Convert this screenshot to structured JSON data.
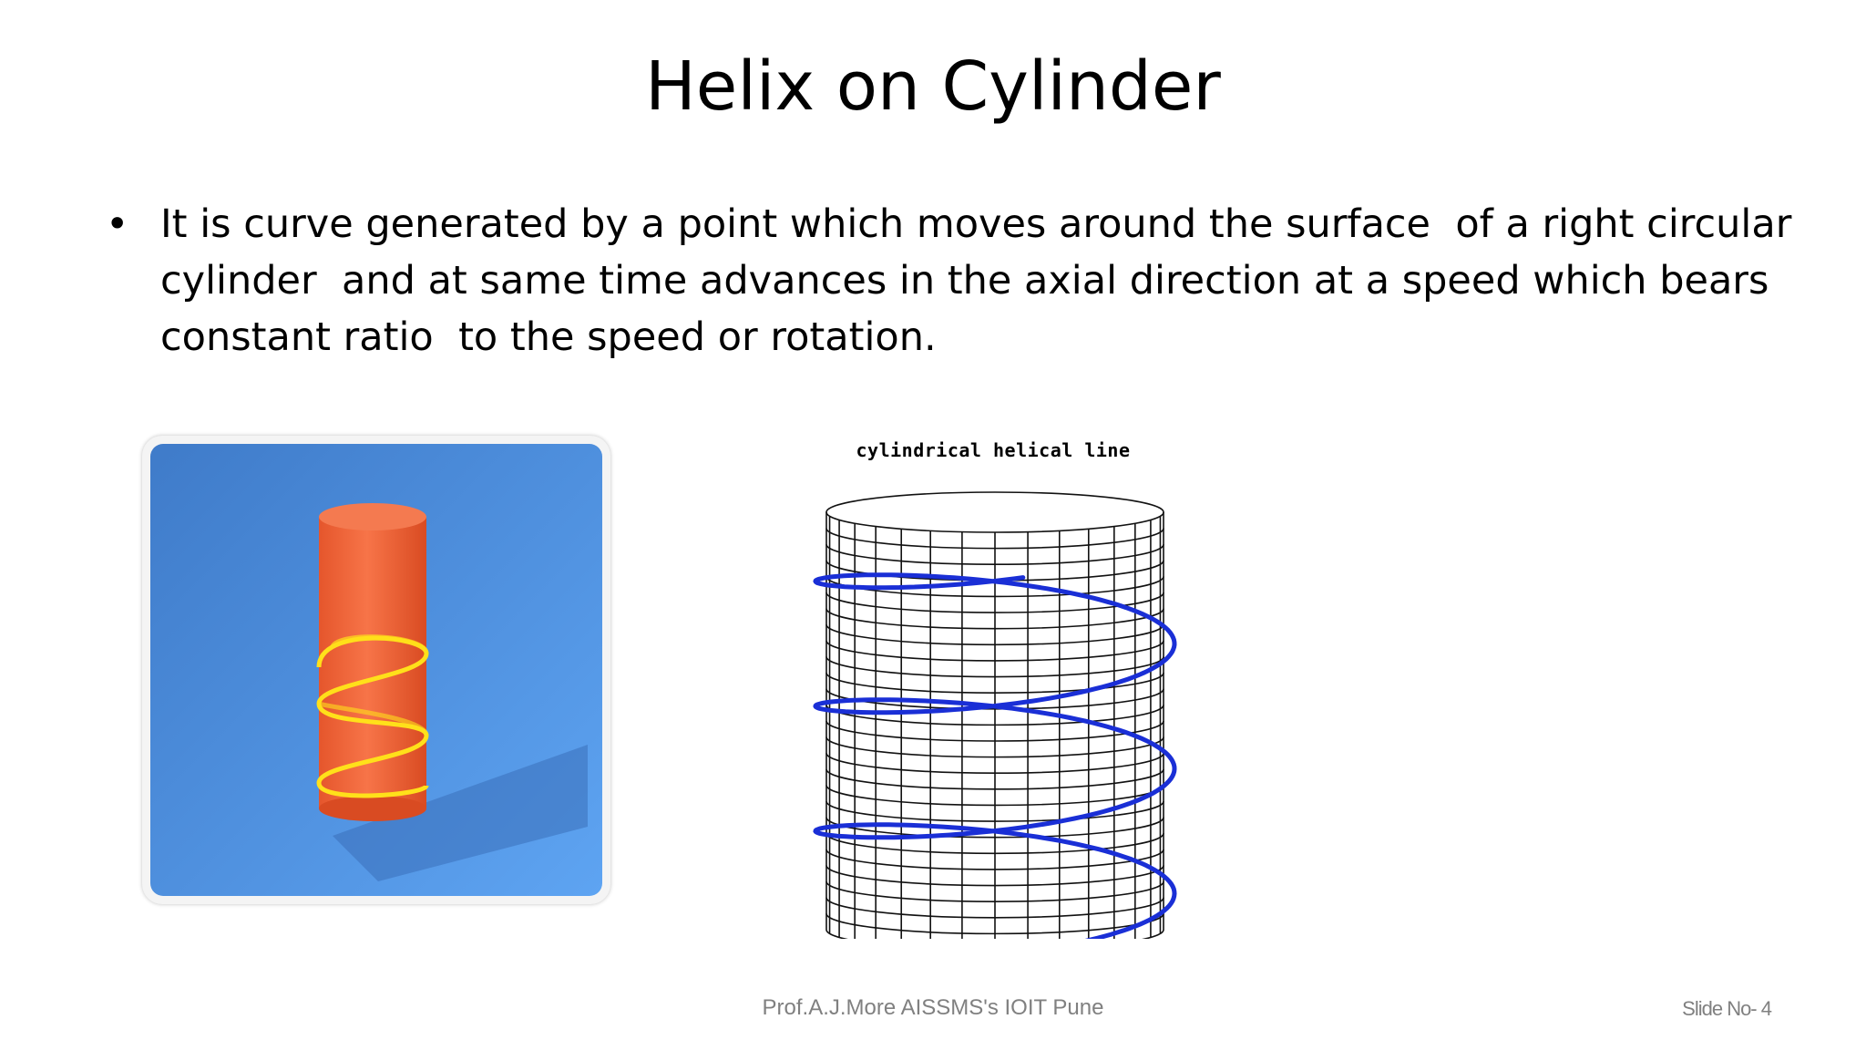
{
  "slide": {
    "title": "Helix on Cylinder",
    "bullet_symbol": "•",
    "bullet_lines": [
      "It is curve generated by a point which moves around the surface  of a right circular",
      "cylinder  and at same time advances in the axial direction at a speed which bears",
      "constant ratio  to the speed or rotation."
    ]
  },
  "figure_right": {
    "title": "cylindrical helical line"
  },
  "footer": {
    "author": "Prof.A.J.More AISSMS's IOIT Pune",
    "slide_number": "Slide No- 4"
  },
  "colors": {
    "photo_background": "#4f8fdc",
    "cylinder": "#f0643a",
    "helix_yellow": "#ffe01a",
    "helix_blue": "#1a2fd6",
    "footer_text": "#808080"
  }
}
